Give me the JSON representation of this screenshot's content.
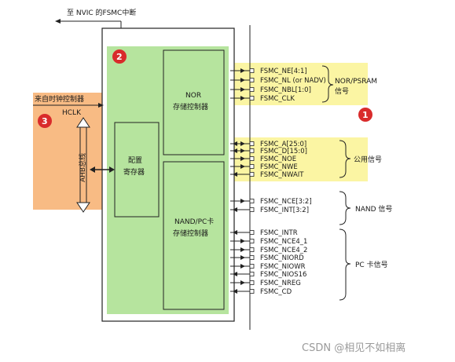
{
  "nvic_label": "至 NVIC 的FSMC中断",
  "clock_in": {
    "label": "来自时钟控制器",
    "sub": "HCLK"
  },
  "ahb_bus": "AHB总线",
  "config_reg": [
    "配置",
    "寄存器"
  ],
  "nor_ctrl": [
    "NOR",
    "存储控制器"
  ],
  "nand_ctrl": [
    "NAND/PC卡",
    "存储控制器"
  ],
  "badges": {
    "one": "1",
    "two": "2",
    "three": "3"
  },
  "groups": {
    "nor": {
      "label": [
        "NOR/PSRAM",
        "信号"
      ],
      "signals": [
        "FSMC_NE[4:1]",
        "FSMC_NL (or NADV)",
        "FSMC_NBL[1:0]",
        "FSMC_CLK"
      ]
    },
    "common": {
      "label": "公用信号",
      "signals": [
        "FSMC_A[25:0]",
        "FSMC_D[15:0]",
        "FSMC_NOE",
        "FSMC_NWE",
        "FSMC_NWAIT"
      ]
    },
    "nand": {
      "label": "NAND 信号",
      "signals": [
        "FSMC_NCE[3:2]",
        "FSMC_INT[3:2]"
      ]
    },
    "pc": {
      "label": "PC 卡信号",
      "signals": [
        "FSMC_INTR",
        "FSMC_NCE4_1",
        "FSMC_NCE4_2",
        "FSMC_NIORD",
        "FSMC_NIOWR",
        "FSMC_NIOS16",
        "FSMC_NREG",
        "FSMC_CD"
      ]
    }
  },
  "watermark": "CSDN @相见不如相离",
  "colors": {
    "yellow": "#fbf5a3",
    "green": "#b6e49e",
    "orange": "#f8bb84",
    "red": "#d92b2b",
    "line": "#222222"
  }
}
